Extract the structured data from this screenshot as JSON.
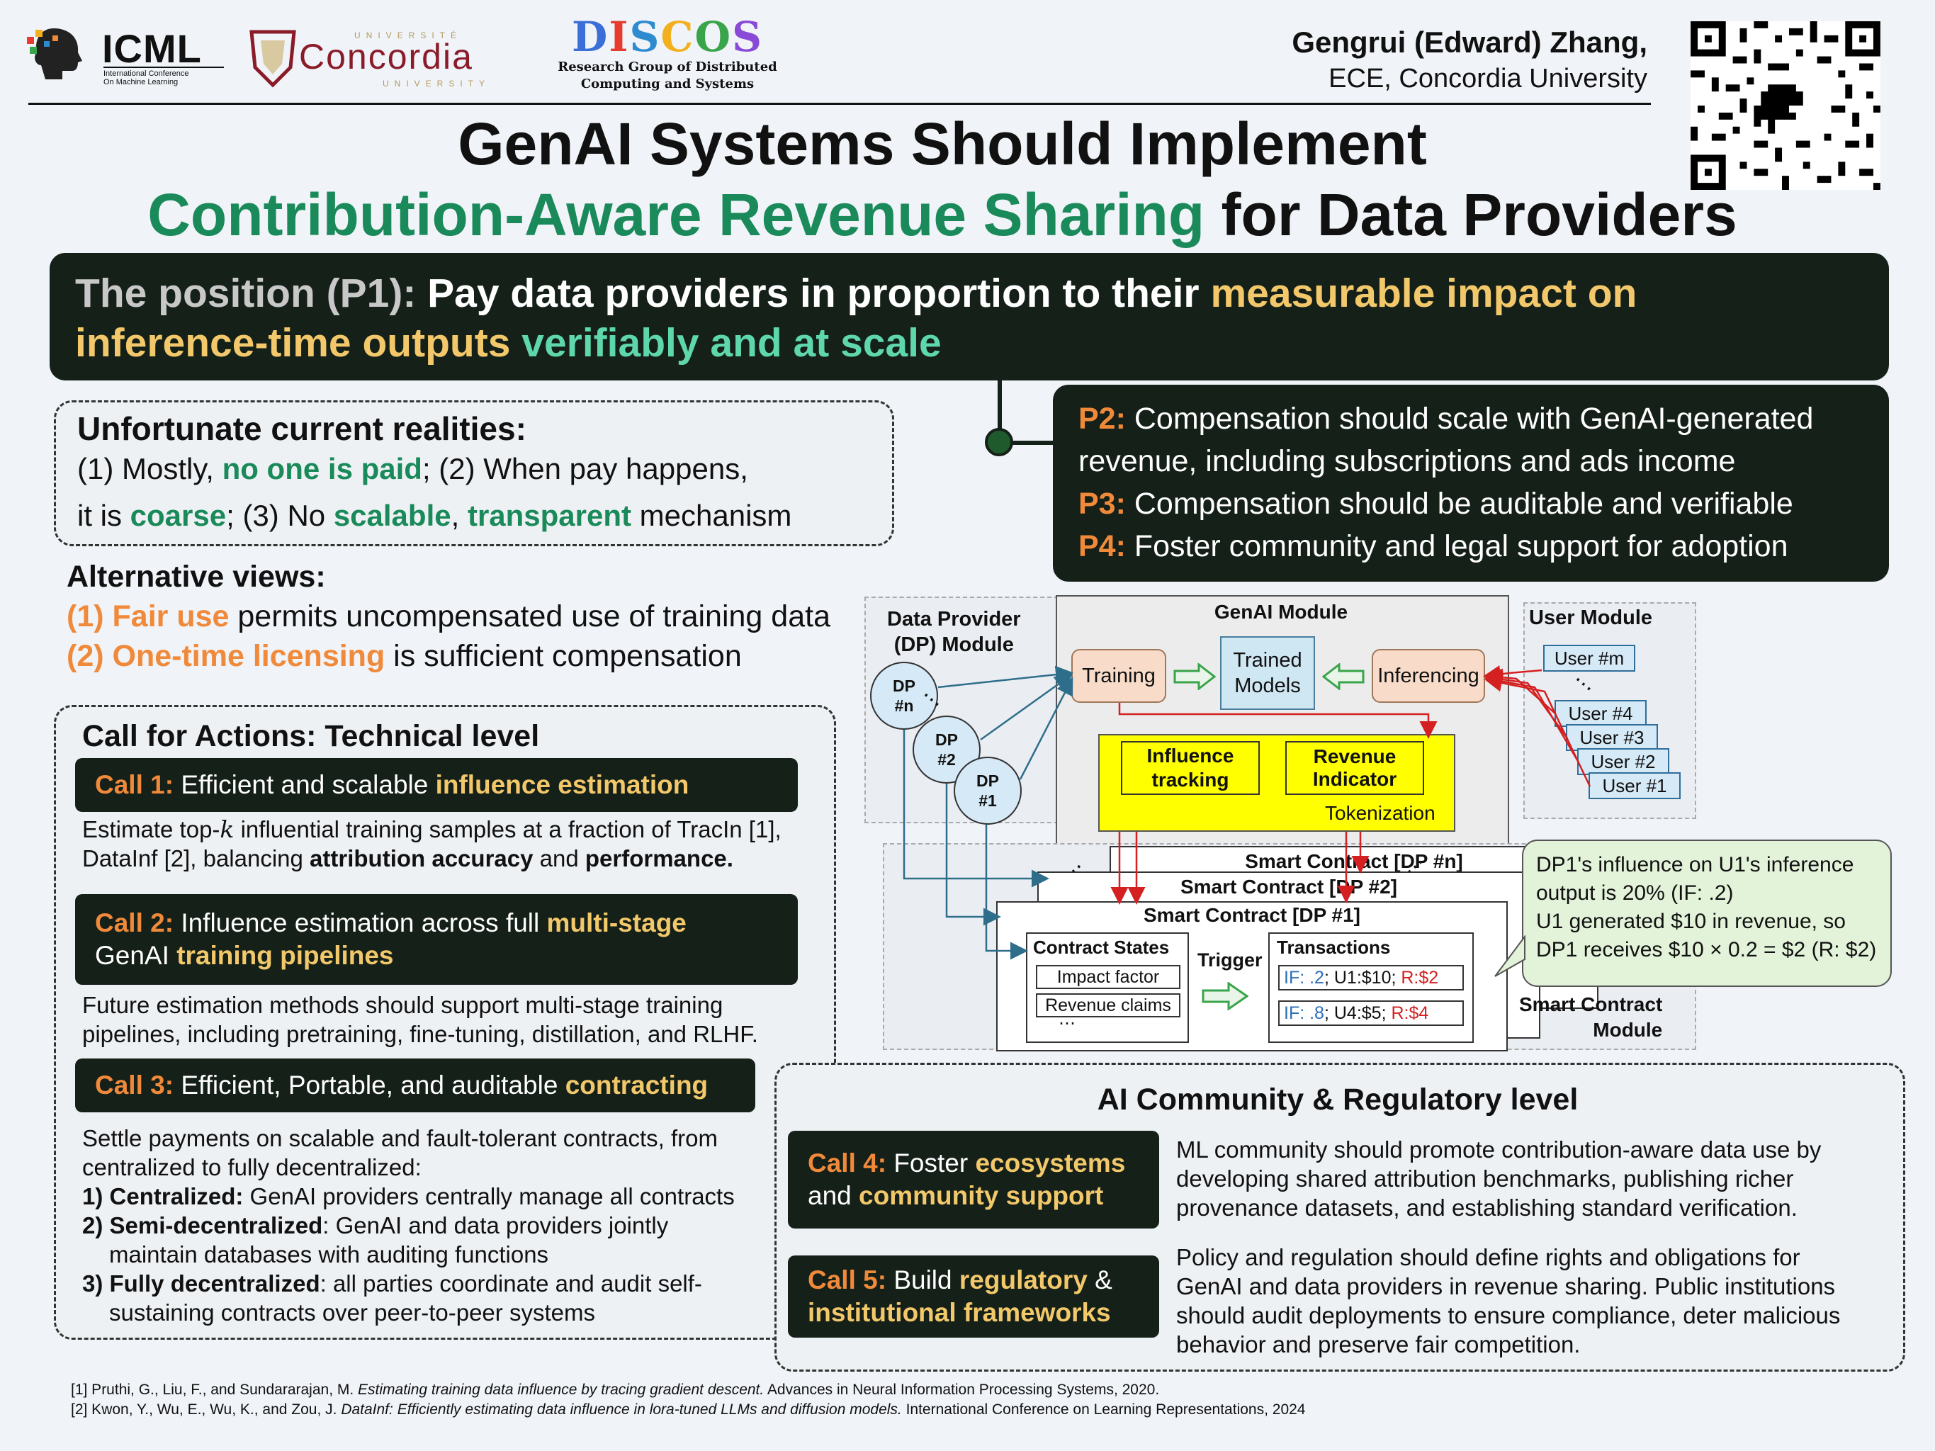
{
  "header": {
    "icml_name": "ICML",
    "icml_sub": "International Conference\nOn Machine Learning",
    "concordia_top": "UNIVERSITÉ",
    "concordia_name": "Concordia",
    "concordia_bottom": "UNIVERSITY",
    "discos_name": "DISCOS",
    "discos_line1": "Research Group of Distributed",
    "discos_line2": "Computing and Systems",
    "author": "Gengrui (Edward) Zhang,",
    "affiliation": "ECE, Concordia University"
  },
  "title": {
    "line1": "GenAI Systems Should Implement",
    "line2_green": "Contribution-Aware Revenue Sharing",
    "line2_rest": "for Data Providers"
  },
  "position": {
    "label": "The position (P1):",
    "text": "Pay data providers in proportion to their",
    "hl1": "measurable impact on",
    "hl2": "inference-time outputs",
    "hl3": "verifiably and at scale"
  },
  "realities": {
    "heading": "Unfortunate current realities:",
    "l1a": "(1) Mostly, ",
    "l1b": "no one is paid",
    "l1c": "; (2) When pay happens,",
    "l2a": "it is ",
    "l2b": "coarse",
    "l2c": "; (3) No ",
    "l2d": "scalable",
    "l2e": ", ",
    "l2f": "transparent",
    "l2g": " mechanism"
  },
  "principles": [
    {
      "label": "P2:",
      "text": "Compensation should scale with GenAI-generated"
    },
    {
      "label": "",
      "text": "revenue, including subscriptions and ads income"
    },
    {
      "label": "P3:",
      "text": "Compensation should be auditable and verifiable"
    },
    {
      "label": "P4:",
      "text": "Foster community and legal support for adoption"
    }
  ],
  "alternatives": {
    "heading": "Alternative views:",
    "v1_num": "(1)",
    "v1_hl": "Fair use",
    "v1_text": "permits uncompensated use of training data",
    "v2_num": "(2)",
    "v2_hl": "One-time licensing",
    "v2_text": "is sufficient compensation"
  },
  "technical": {
    "heading": "Call for Actions: Technical level",
    "call1": {
      "label": "Call 1:",
      "text": "Efficient and scalable",
      "hl": "influence estimation"
    },
    "call1_desc1a": "Estimate top-",
    "call1_desc1k": "k",
    "call1_desc1b": " influential training samples at a fraction of TracIn [1],",
    "call1_desc2a": "DataInf [2], balancing ",
    "call1_desc2b": "attribution accuracy",
    "call1_desc2c": " and ",
    "call1_desc2d": "performance.",
    "call2": {
      "label": "Call 2:",
      "text": "Influence estimation across full",
      "hl": "multi-stage",
      "text2": "GenAI",
      "hl2": "training pipelines"
    },
    "call2_desc1": "Future estimation methods should support multi-stage training",
    "call2_desc2": "pipelines, including pretraining, fine-tuning, distillation, and RLHF.",
    "call3": {
      "label": "Call 3:",
      "text": "Efficient, Portable, and auditable",
      "hl": "contracting"
    },
    "call3_desc1": "Settle payments on scalable and fault-tolerant contracts, from",
    "call3_desc2": "centralized to fully decentralized:",
    "items": [
      {
        "num": "1)",
        "b": "Centralized:",
        "t": " GenAI providers centrally manage all contracts",
        "t2": ""
      },
      {
        "num": "2)",
        "b": "Semi-decentralized",
        "t": ": GenAI and data providers jointly",
        "t2": "maintain databases with auditing functions"
      },
      {
        "num": "3)",
        "b": "Fully decentralized",
        "t": ": all parties coordinate and audit self-",
        "t2": "sustaining contracts over peer-to-peer systems"
      }
    ]
  },
  "community": {
    "heading": "AI Community & Regulatory level",
    "call4": {
      "label": "Call 4:",
      "text": "Foster",
      "hl": "ecosystems",
      "text2": "and",
      "hl2": "community support"
    },
    "call4_desc": [
      "ML community should promote contribution-aware data use by",
      "developing shared attribution benchmarks, publishing richer",
      "provenance datasets, and establishing standard verification."
    ],
    "call5": {
      "label": "Call 5:",
      "text": "Build",
      "hl": "regulatory",
      "text1b": "&",
      "hl2": "institutional frameworks"
    },
    "call5_desc": [
      "Policy and regulation should define rights and obligations for",
      "GenAI  and data providers in revenue sharing. Public institutions",
      "should audit deployments to ensure compliance, deter malicious",
      "behavior and preserve fair competition."
    ]
  },
  "diagram": {
    "dp_module": "Data Provider\n(DP) Module",
    "dp_nodes": [
      "DP\n#n",
      "DP\n#2",
      "DP\n#1"
    ],
    "genai_module": "GenAI Module",
    "training": "Training",
    "trained_models": "Trained\nModels",
    "inferencing": "Inferencing",
    "influence_tracking": "Influence\ntracking",
    "revenue_indicator": "Revenue\nIndicator",
    "tokenization": "Tokenization",
    "user_module": "User Module",
    "users": [
      "User #m",
      "User #4",
      "User #3",
      "User #2",
      "User #1"
    ],
    "dots": "⋯",
    "sc_n": "Smart Contract [DP #n]",
    "sc_2": "Smart Contract [DP #2]",
    "sc_1": "Smart Contract [DP #1]",
    "contract_states": "Contract States",
    "impact_factor": "Impact factor",
    "revenue_claims": "Revenue claims",
    "trigger": "Trigger",
    "transactions": "Transactions",
    "tx1": {
      "a": "IF: .2",
      "b": "; U1:$10; ",
      "c": "R:$2"
    },
    "tx2": {
      "a": "IF: .8",
      "b": "; U4:$5; ",
      "c": "R:$4"
    },
    "sc_module": "Smart Contract\nModule",
    "callout": [
      "DP1's influence on U1's inference",
      "output is 20% (IF: .2)",
      "U1 generated $10 in revenue, so",
      "DP1 receives $10 × 0.2 = $2 (R: $2)"
    ]
  },
  "references": [
    {
      "a": "[1] Pruthi, G., Liu, F., and Sundararajan, M. ",
      "i": "Estimating training data influence by tracing gradient descent.",
      "c": " Advances in Neural Information Processing Systems, 2020."
    },
    {
      "a": "[2] Kwon, Y., Wu, E., Wu, K., and Zou, J. ",
      "i": "DataInf: Efficiently estimating data influence in lora-tuned LLMs and diffusion models.",
      "c": " International Conference on Learning Representations, 2024"
    }
  ],
  "colors": {
    "dark": "#152019",
    "gold": "#f2c86a",
    "teal": "#5fd7ad",
    "orange": "#f08a3a",
    "green": "#1a8a5a",
    "yellow": "#ffff00"
  }
}
